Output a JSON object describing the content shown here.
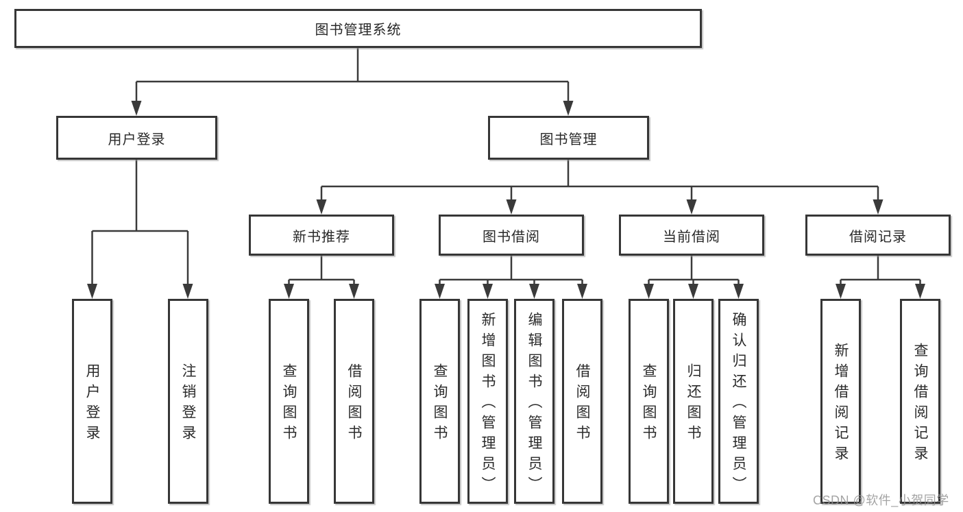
{
  "diagram": {
    "title": "图书管理系统",
    "root": {
      "label": "图书管理系统"
    },
    "level2": {
      "user_login": {
        "label": "用户登录"
      },
      "book_mgmt": {
        "label": "图书管理"
      }
    },
    "level3": {
      "new_book": {
        "label": "新书推荐"
      },
      "book_borrow": {
        "label": "图书借阅"
      },
      "current_borrow": {
        "label": "当前借阅"
      },
      "borrow_record": {
        "label": "借阅记录"
      }
    },
    "leaves": {
      "user_login": [
        "用户登录",
        "注销登录"
      ],
      "new_book": [
        "查询图书",
        "借阅图书"
      ],
      "book_borrow": [
        "查询图书",
        "新增图书（管理员）",
        "编辑图书（管理员）",
        "借阅图书"
      ],
      "current_borrow": [
        "查询图书",
        "归还图书",
        "确认归还（管理员）"
      ],
      "borrow_record": [
        "新增借阅记录",
        "查询借阅记录"
      ]
    }
  },
  "watermark": "CSDN @软件_小贺同学",
  "colors": {
    "background": "#ffffff",
    "line": "#3a3a3a",
    "box_border": "#363636",
    "text": "#282828",
    "watermark": "#949494"
  }
}
